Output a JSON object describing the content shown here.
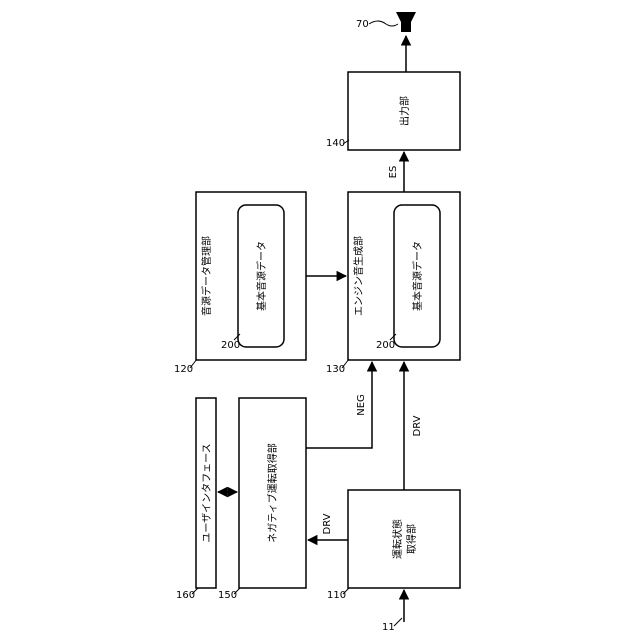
{
  "blocks": {
    "b110": {
      "ref": "110",
      "label": "運転状態",
      "label2": "取得部"
    },
    "b120": {
      "ref": "120",
      "label": "音源データ管理部"
    },
    "b130": {
      "ref": "130",
      "label": "エンジン音生成部"
    },
    "b140": {
      "ref": "140",
      "label": "出力部"
    },
    "b150": {
      "ref": "150",
      "label": "ネガティブ運転取得部"
    },
    "b160": {
      "ref": "160",
      "label": "ユーザインタフェース"
    },
    "inner120": {
      "ref": "200",
      "label": "基本音源データ"
    },
    "inner130": {
      "ref": "200",
      "label": "基本音源データ"
    }
  },
  "signals": {
    "drv_110_150": "DRV",
    "drv_110_130": "DRV",
    "neg": "NEG",
    "es": "ES"
  },
  "refs": {
    "input": "11",
    "speaker": "70"
  }
}
